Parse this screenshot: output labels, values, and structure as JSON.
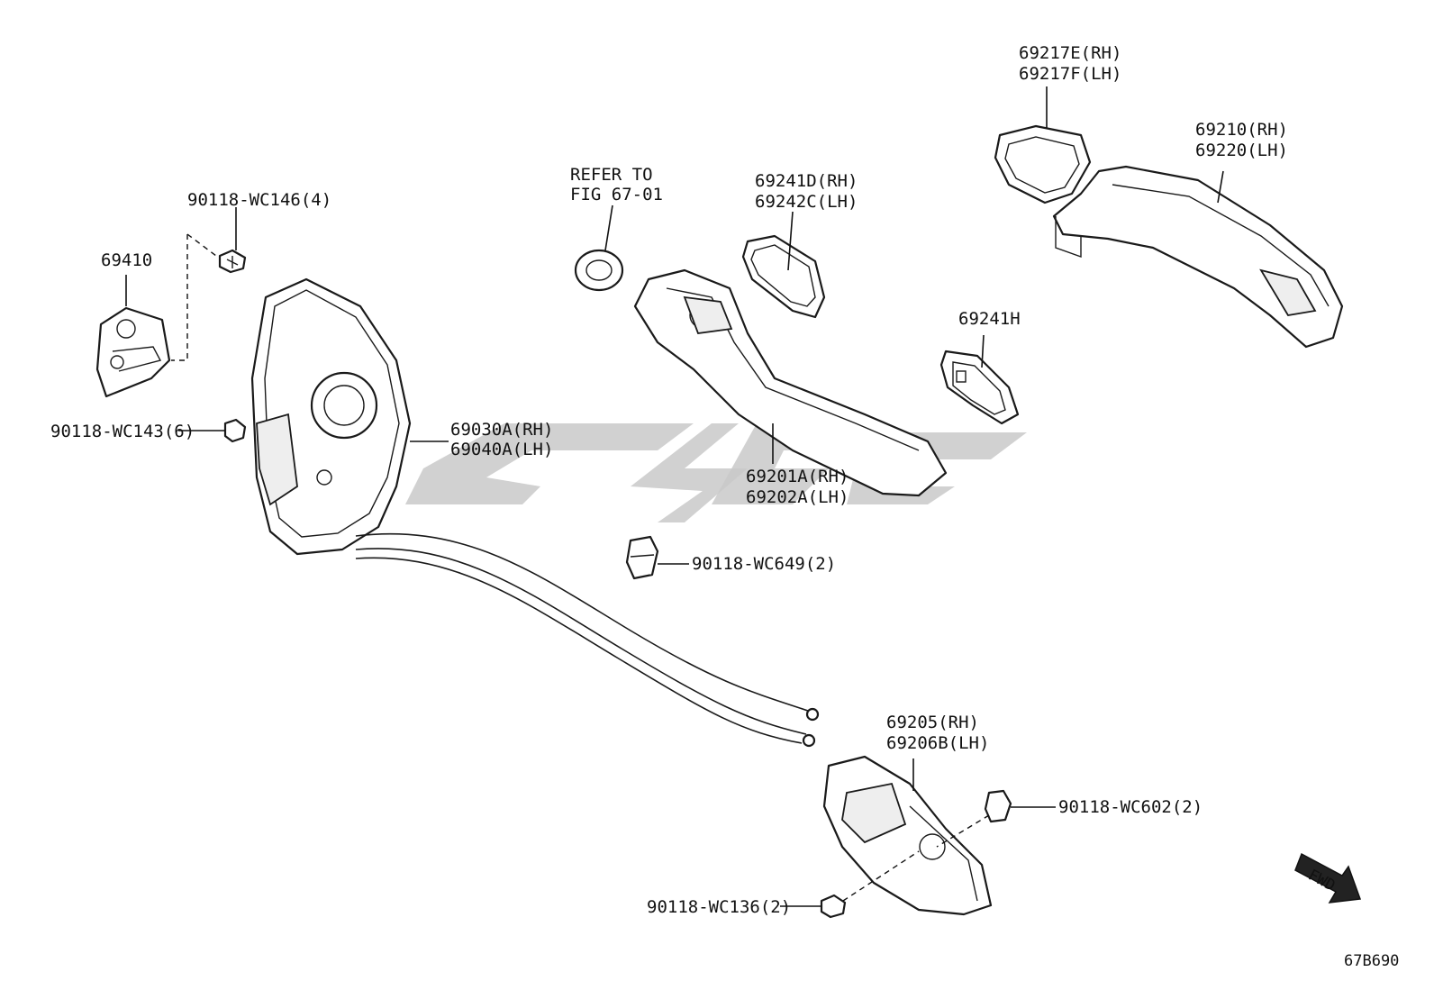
{
  "labels": {
    "p_69217": {
      "rh": "69217E(RH)",
      "lh": "69217F(LH)"
    },
    "p_69210": {
      "rh": "69210(RH)",
      "lh": "69220(LH)"
    },
    "p_refer": {
      "line1": "REFER TO",
      "line2": "FIG 67-01"
    },
    "p_69241d": {
      "rh": "69241D(RH)",
      "lh": "69242C(LH)"
    },
    "p_69241h": "69241H",
    "p_90118_wc146": "90118-WC146(4)",
    "p_69410": "69410",
    "p_90118_wc143": "90118-WC143(6)",
    "p_69030": {
      "rh": "69030A(RH)",
      "lh": "69040A(LH)"
    },
    "p_69201": {
      "rh": "69201A(RH)",
      "lh": "69202A(LH)"
    },
    "p_90118_wc649": "90118-WC649(2)",
    "p_69205": {
      "rh": "69205(RH)",
      "lh": "69206B(LH)"
    },
    "p_90118_wc602": "90118-WC602(2)",
    "p_90118_wc136": "90118-WC136(2)",
    "fwd": "FWD",
    "figure_code": "67B690"
  },
  "colors": {
    "line": "#111111",
    "watermark": "#c9c9c9",
    "background": "#ffffff"
  }
}
